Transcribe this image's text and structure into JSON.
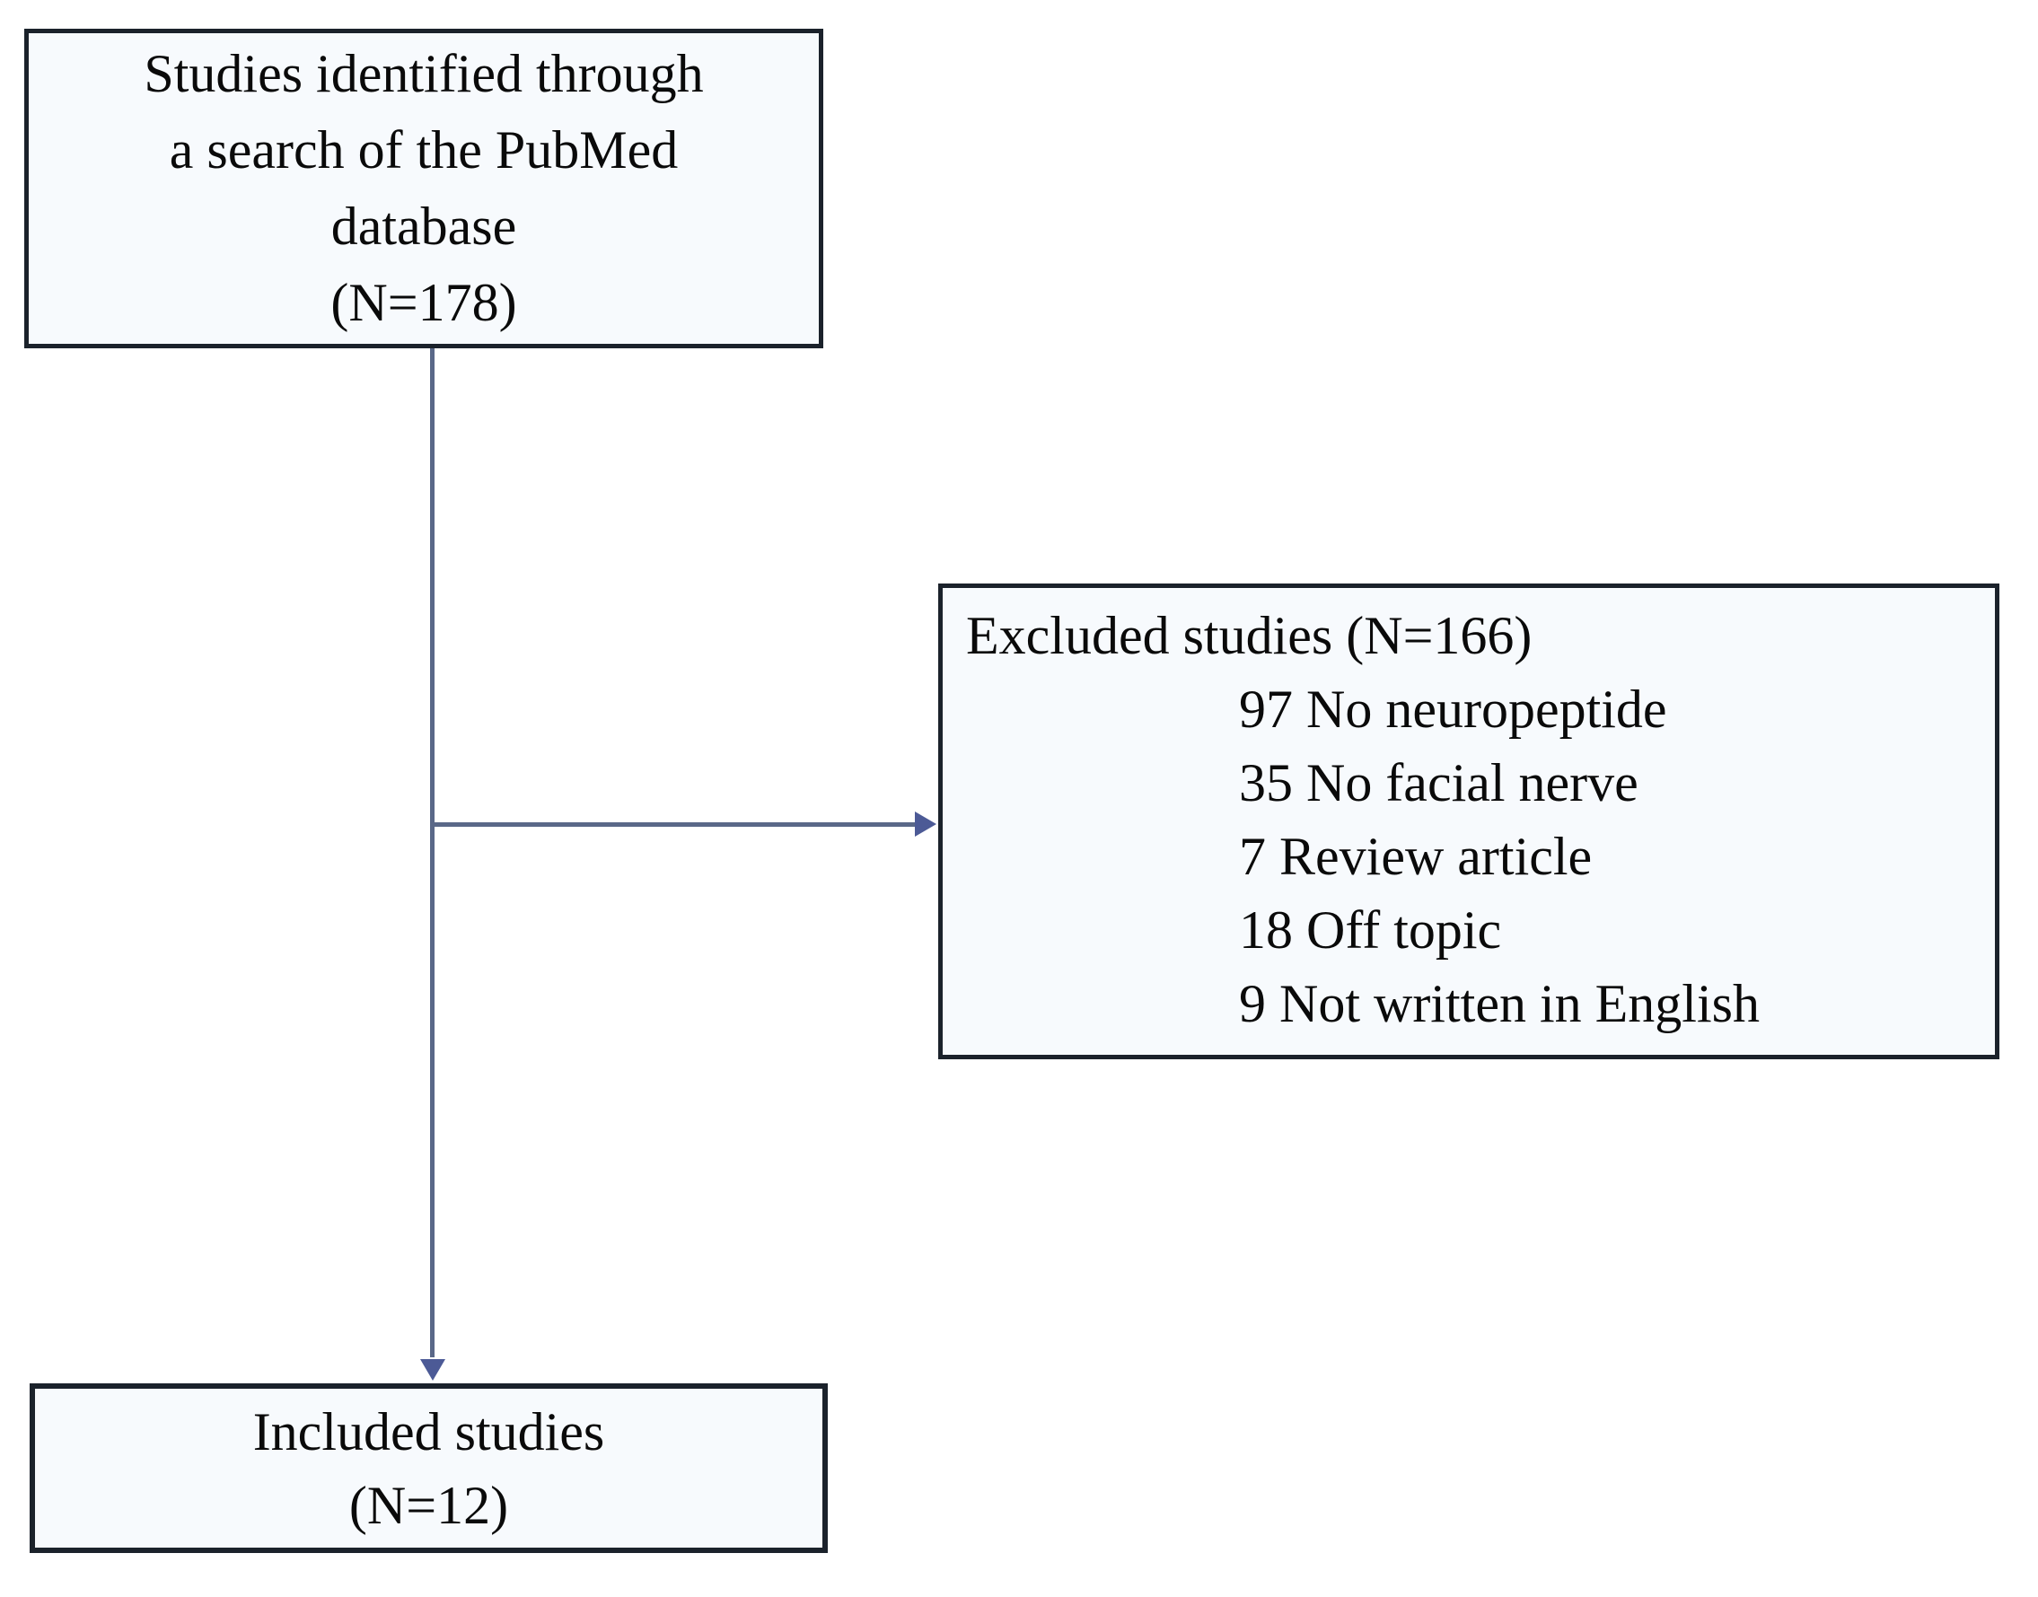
{
  "diagram": {
    "boxes": {
      "identified": {
        "lines": [
          "Studies identified through",
          "a search of the PubMed",
          "database",
          "(N=178)"
        ]
      },
      "excluded": {
        "title": "Excluded studies (N=166)",
        "items": [
          "97 No neuropeptide",
          "35 No facial nerve",
          "7 Review article",
          "18 Off topic",
          "9 Not written in English"
        ]
      },
      "included": {
        "lines": [
          "Included studies",
          "(N=12)"
        ]
      }
    },
    "colors": {
      "box_border": "#1b222b",
      "box_fill": "#f7fafd",
      "connector": "#5a6888",
      "arrowhead": "#4c5a96",
      "text": "#0a0a0a"
    }
  }
}
